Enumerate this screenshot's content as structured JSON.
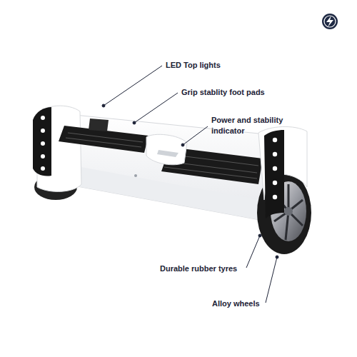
{
  "diagram": {
    "labels": [
      "LED Top lights",
      "Grip stablity foot pads",
      "Power and stability indicator",
      "Durable rubber tyres",
      "Alloy wheels"
    ]
  }
}
